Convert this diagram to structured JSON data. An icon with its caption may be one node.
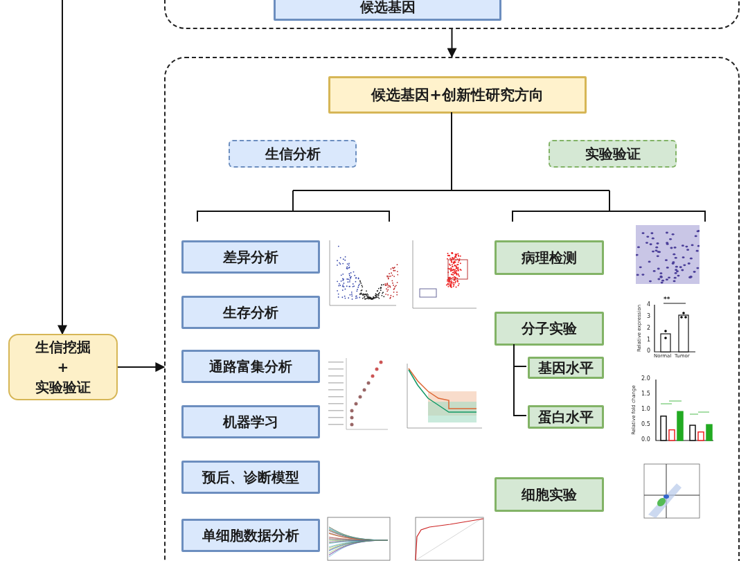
{
  "diagram": {
    "nodes": [
      {
        "text": [],
        "shape": "box"
      },
      {
        "text": [
          "候选基因"
        ],
        "in": 0
      },
      {
        "text": [],
        "shape": "box"
      },
      {
        "text": [
          "候选基因+创新性研究方向"
        ],
        "in": 2
      },
      {
        "text": [
          "生信分析"
        ],
        "in": 2
      },
      {
        "text": [
          "实验验证"
        ],
        "in": 2
      },
      {
        "text": [
          "差异分析"
        ],
        "in": 2
      },
      {
        "text": [
          "生存分析"
        ],
        "in": 2
      },
      {
        "text": [
          "通路富集分析"
        ],
        "in": 2
      },
      {
        "text": [
          "机器学习"
        ],
        "in": 2
      },
      {
        "text": [
          "预后、诊断模型"
        ],
        "in": 2
      },
      {
        "text": [
          "单细胞数据分析"
        ],
        "in": 2
      },
      {
        "text": [
          "病理检测"
        ],
        "in": 2
      },
      {
        "text": [
          "分子实验"
        ],
        "in": 2
      },
      {
        "text": [
          "基因水平"
        ],
        "in": 2
      },
      {
        "text": [
          "蛋白水平"
        ],
        "in": 2
      },
      {
        "text": [
          "细胞实验"
        ],
        "in": 2
      },
      {
        "text": [
          "生信挖掘",
          "+",
          "实验验证"
        ]
      }
    ],
    "edges": [
      {
        "from": 0,
        "to": 2,
        "arrow": "to"
      },
      {
        "from": null,
        "to": 17,
        "arrow": "to"
      },
      {
        "from": 17,
        "to": 2,
        "arrow": "to"
      },
      {
        "from": 13,
        "to": 14,
        "arrow": "none"
      },
      {
        "from": 13,
        "to": 15,
        "arrow": "none"
      }
    ],
    "labels": [
      "**",
      "Relative expression",
      "Normal",
      "Tumor",
      "4",
      "3",
      "2",
      "1",
      "0",
      "Relative fold change",
      "2.0",
      "1.5",
      "1.0",
      "0.5",
      "0.0"
    ]
  }
}
